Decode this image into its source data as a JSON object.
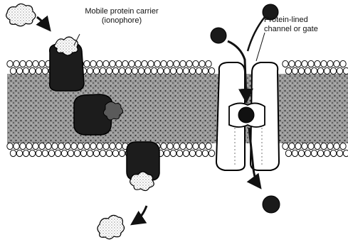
{
  "labels": {
    "carrier_line1": "Mobile protein carrier",
    "carrier_line2": "(ionophore)",
    "channel_line1": "Protein-lined",
    "channel_line2": "channel or gate"
  },
  "colors": {
    "ink": "#111111",
    "protein_dark": "#1c1c1c",
    "membrane_core": "#8a8a8a",
    "paper": "#ffffff"
  }
}
